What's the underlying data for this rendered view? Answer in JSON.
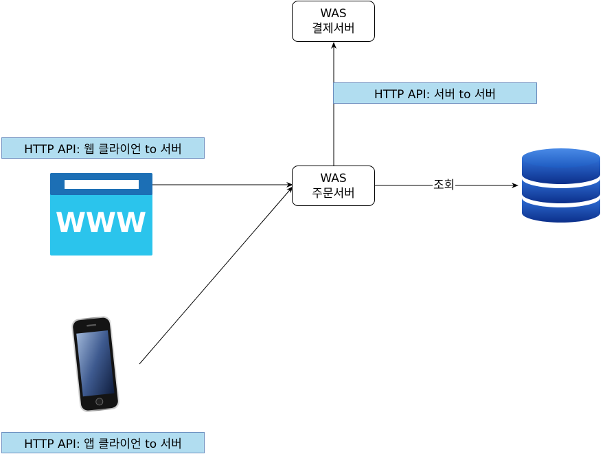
{
  "colors": {
    "label_fill": "#b1ddf0",
    "label_border": "#6c8ebf",
    "browser_blue": "#2bc4ec",
    "browser_dark": "#1c6fb5",
    "db_blue": "#1f5fc4",
    "db_dark": "#0c2f8a"
  },
  "nodes": {
    "payment": {
      "line1": "WAS",
      "line2": "결제서버"
    },
    "order": {
      "line1": "WAS",
      "line2": "주문서버"
    }
  },
  "labels": {
    "server_to_server": "HTTP API: 서버 to 서버",
    "web_client": "HTTP API: 웹 클라이언 to 서버",
    "app_client": "HTTP API: 앱 클라이언 to 서버"
  },
  "edges": {
    "order_to_db": "조회"
  },
  "icons": {
    "web": "www-browser-icon",
    "mobile": "smartphone-icon",
    "database": "database-icon",
    "web_text": "WWW"
  }
}
